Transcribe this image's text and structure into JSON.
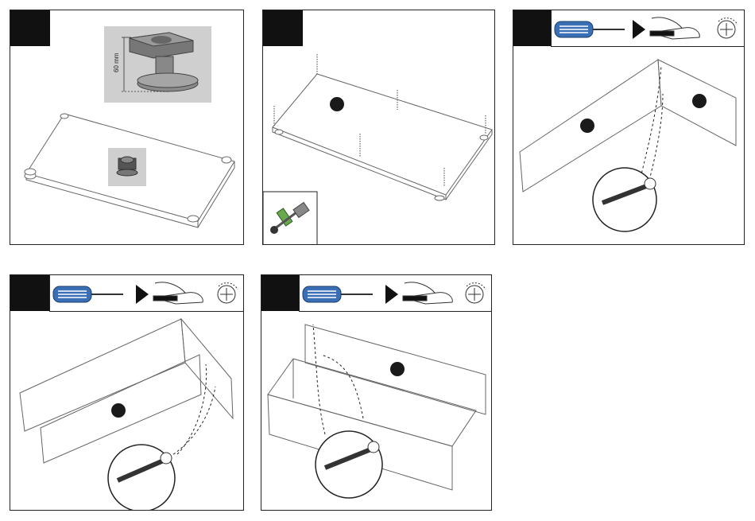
{
  "colors": {
    "step_box": "#111111",
    "panel_border": "#222222",
    "line": "#555555",
    "callout_dot": "#1a1a1a",
    "screwdriver_handle": "#3a6fb5",
    "connector_green": "#6aa84f",
    "photo_bg": "#c8c8c8"
  },
  "panels": [
    {
      "id": "step-1",
      "dimension_label": "60 mm",
      "icons": [
        "leg-foot-icon",
        "base-board-icon"
      ]
    },
    {
      "id": "step-2",
      "icons": [
        "cam-connector-icon",
        "base-board-dowels-icon"
      ]
    },
    {
      "id": "step-3",
      "tool_strip": [
        "screwdriver-icon",
        "arrow-right-icon",
        "hand-turning-icon",
        "clockwise-rotate-icon"
      ]
    },
    {
      "id": "step-4",
      "tool_strip": [
        "screwdriver-icon",
        "arrow-right-icon",
        "hand-turning-icon",
        "clockwise-rotate-icon"
      ]
    },
    {
      "id": "step-5",
      "tool_strip": [
        "screwdriver-icon",
        "arrow-right-icon",
        "hand-turning-icon",
        "clockwise-rotate-icon"
      ]
    }
  ]
}
